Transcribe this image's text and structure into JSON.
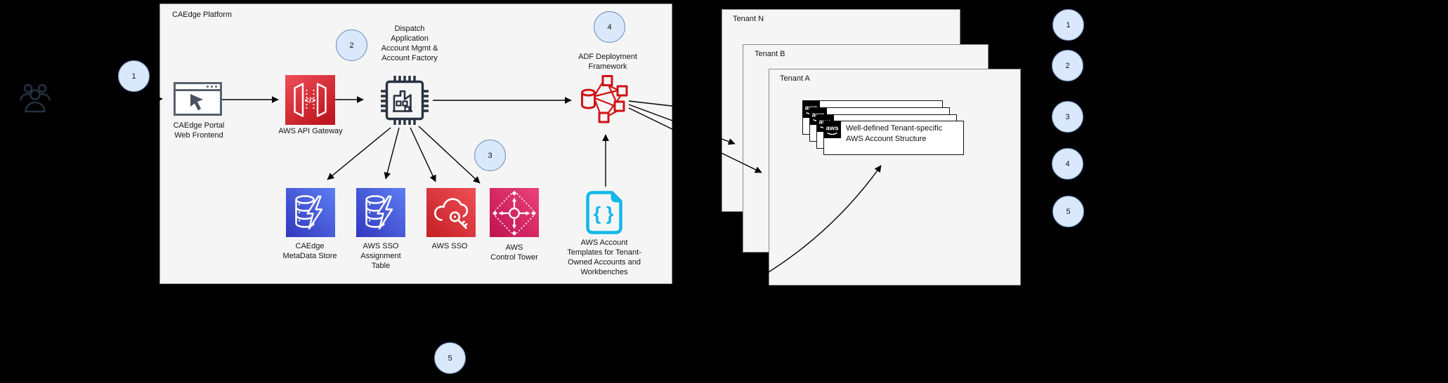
{
  "colors": {
    "background": "#000000",
    "panel_fill": "#F5F5F5",
    "panel_border": "#8A8A8A",
    "badge_fill": "#DAE8FC",
    "badge_border": "#6C8EBF",
    "api_gateway_red": "#C0161F",
    "dynamodb_blue": "#3138BE",
    "sso_red": "#C41E25",
    "control_tower_pink": "#C01150",
    "adf_red": "#D01216",
    "templates_cyan": "#12B7EA",
    "dark_navy": "#232F3E"
  },
  "platform": {
    "title": "CAEdge Platform"
  },
  "badges": {
    "diagram": [
      "1",
      "2",
      "3",
      "4",
      "5"
    ],
    "legend": [
      "1",
      "2",
      "3",
      "4",
      "5"
    ]
  },
  "nodes": {
    "portal": {
      "label": "CAEdge Portal\nWeb Frontend"
    },
    "api_gateway": {
      "label": "AWS API Gateway"
    },
    "dispatch": {
      "label": "Dispatch\nApplication\nAccount Mgmt &\nAccount Factory"
    },
    "metadata_store": {
      "label": "CAEdge\nMetaData Store"
    },
    "sso_assignment": {
      "label": "AWS SSO\nAssignment\nTable"
    },
    "sso": {
      "label": "AWS SSO"
    },
    "control_tower": {
      "label": "AWS\nControl Tower"
    },
    "adf": {
      "label": "ADF Deployment\nFramework"
    },
    "templates": {
      "label": "AWS Account\nTemplates for Tenant-\nOwned Accounts and\nWorkbenches"
    }
  },
  "tenants": [
    {
      "label": "Tenant N"
    },
    {
      "label": "Tenant B"
    },
    {
      "label": "Tenant A"
    }
  ],
  "account_stack": {
    "aws_logo": "aws",
    "caption": "Well-defined Tenant-specific\nAWS Account Structure"
  },
  "icon_glyphs": {
    "api_gateway_code": "</>",
    "templates_braces": "{ }"
  }
}
